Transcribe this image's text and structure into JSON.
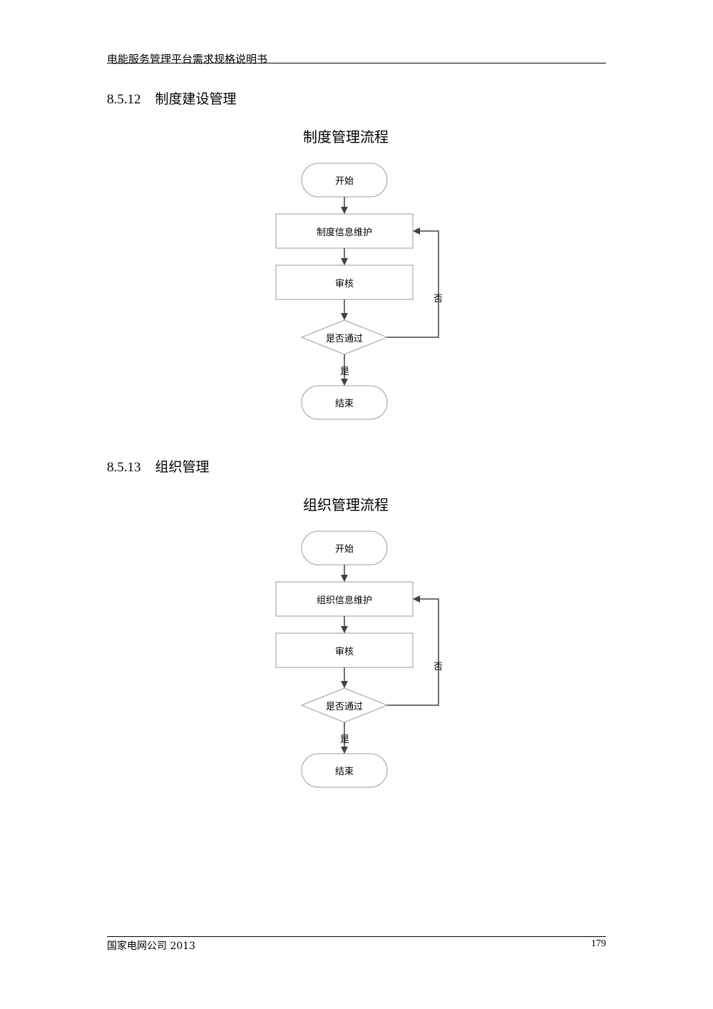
{
  "header": {
    "title": "电能服务管理平台需求规格说明书"
  },
  "sections": [
    {
      "number": "8.5.12",
      "title": "制度建设管理",
      "diagram": {
        "title": "制度管理流程",
        "nodes": {
          "start": "开始",
          "maintain": "制度信息维护",
          "review": "审核",
          "decision": "是否通过",
          "end": "结束"
        },
        "edges": {
          "yes": "是",
          "no": "否"
        }
      }
    },
    {
      "number": "8.5.13",
      "title": "组织管理",
      "diagram": {
        "title": "组织管理流程",
        "nodes": {
          "start": "开始",
          "maintain": "组织信息维护",
          "review": "审核",
          "decision": "是否通过",
          "end": "结束"
        },
        "edges": {
          "yes": "是",
          "no": "否"
        }
      }
    }
  ],
  "footer": {
    "left": "国家电网公司  2013",
    "page_number": "179"
  }
}
